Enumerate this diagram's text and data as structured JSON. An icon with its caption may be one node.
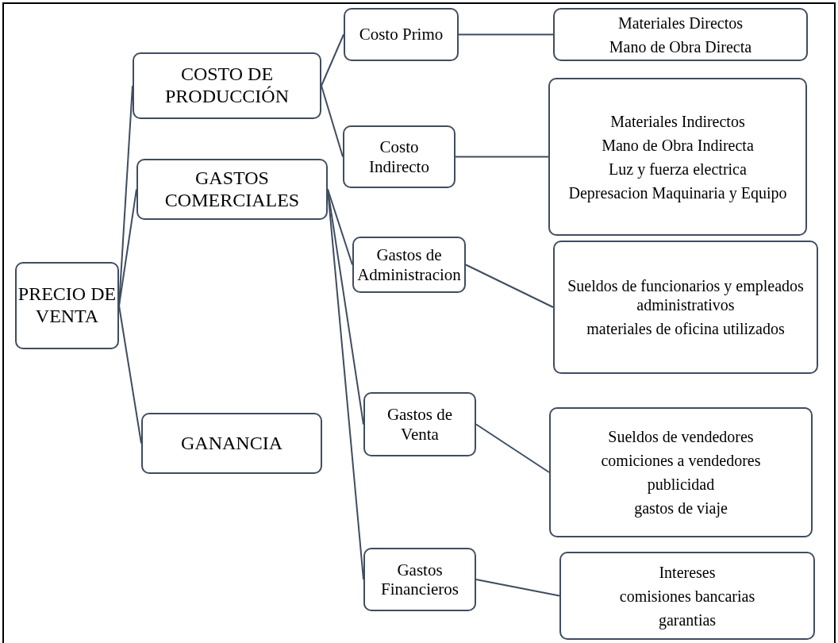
{
  "diagram": {
    "nodes": [
      {
        "text": [
          "PRECIO DE VENTA"
        ]
      },
      {
        "text": [
          "COSTO DE PRODUCCIÓN"
        ]
      },
      {
        "text": [
          "GASTOS COMERCIALES"
        ]
      },
      {
        "text": [
          "GANANCIA"
        ]
      },
      {
        "text": [
          "Costo Primo"
        ]
      },
      {
        "text": [
          "Costo Indirecto"
        ]
      },
      {
        "text": [
          "Gastos de Administracion"
        ]
      },
      {
        "text": [
          "Gastos de Venta"
        ]
      },
      {
        "text": [
          "Gastos Financieros"
        ]
      },
      {
        "text": [
          "Materiales Directos",
          "Mano de Obra Directa"
        ]
      },
      {
        "text": [
          "Materiales Indirectos",
          "Mano de Obra Indirecta",
          "Luz y fuerza electrica",
          "Depresacion Maquinaria y Equipo"
        ]
      },
      {
        "text": [
          "Sueldos de funcionarios y empleados administrativos",
          "materiales de oficina utilizados"
        ]
      },
      {
        "text": [
          "Sueldos de vendedores",
          "comiciones a vendedores",
          "publicidad",
          "gastos de viaje"
        ]
      },
      {
        "text": [
          "Intereses",
          "comisiones bancarias",
          "garantias"
        ]
      }
    ],
    "edges": [
      {
        "from": 0,
        "to": 1,
        "arrow": "none"
      },
      {
        "from": 0,
        "to": 2,
        "arrow": "none"
      },
      {
        "from": 0,
        "to": 3,
        "arrow": "none"
      },
      {
        "from": 1,
        "to": 4,
        "arrow": "none"
      },
      {
        "from": 1,
        "to": 5,
        "arrow": "none"
      },
      {
        "from": 2,
        "to": 6,
        "arrow": "none"
      },
      {
        "from": 2,
        "to": 7,
        "arrow": "none"
      },
      {
        "from": 2,
        "to": 8,
        "arrow": "none"
      },
      {
        "from": 4,
        "to": 9,
        "arrow": "none"
      },
      {
        "from": 5,
        "to": 10,
        "arrow": "none"
      },
      {
        "from": 6,
        "to": 11,
        "arrow": "none"
      },
      {
        "from": 7,
        "to": 12,
        "arrow": "none"
      },
      {
        "from": 8,
        "to": 13,
        "arrow": "none"
      }
    ]
  }
}
